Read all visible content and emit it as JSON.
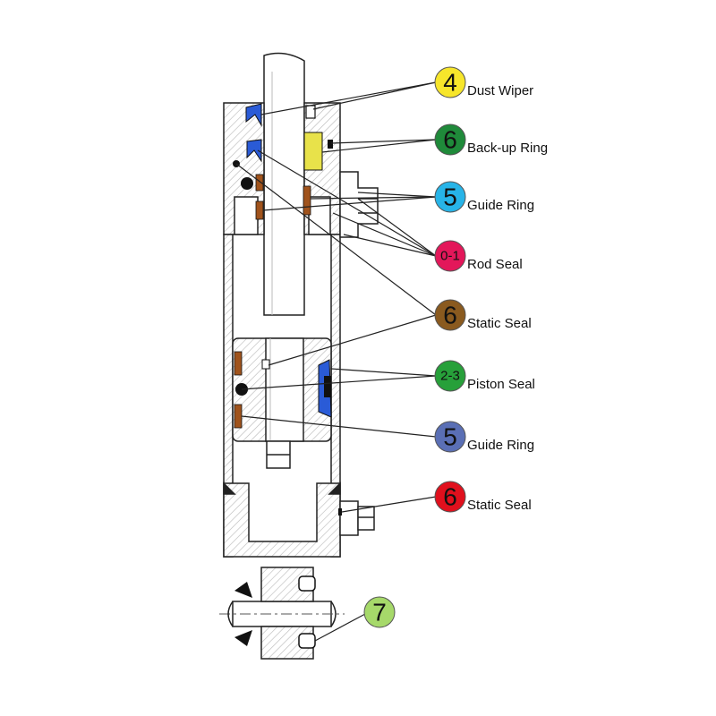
{
  "callouts": [
    {
      "number": "4",
      "label": "Dust Wiper",
      "color": "#f7e62b"
    },
    {
      "number": "6",
      "label": "Back-up Ring",
      "color": "#1f8a3a"
    },
    {
      "number": "5",
      "label": "Guide Ring",
      "color": "#27b4e8"
    },
    {
      "number": "0-1",
      "label": "Rod Seal",
      "color": "#e3175a"
    },
    {
      "number": "6",
      "label": "Static Seal",
      "color": "#8a5a1f"
    },
    {
      "number": "2-3",
      "label": "Piston Seal",
      "color": "#27a03a"
    },
    {
      "number": "5",
      "label": "Guide Ring",
      "color": "#5a6fb5"
    },
    {
      "number": "6",
      "label": "Static Seal",
      "color": "#e0101d"
    },
    {
      "number": "7",
      "label": "",
      "color": "#a6d96a"
    }
  ],
  "part_colors": {
    "dust_wiper": "#2a5bd7",
    "guide_ring": "#a0531c",
    "backup_ring": "#e8e24a",
    "piston_seal": "#2a5bd7"
  }
}
